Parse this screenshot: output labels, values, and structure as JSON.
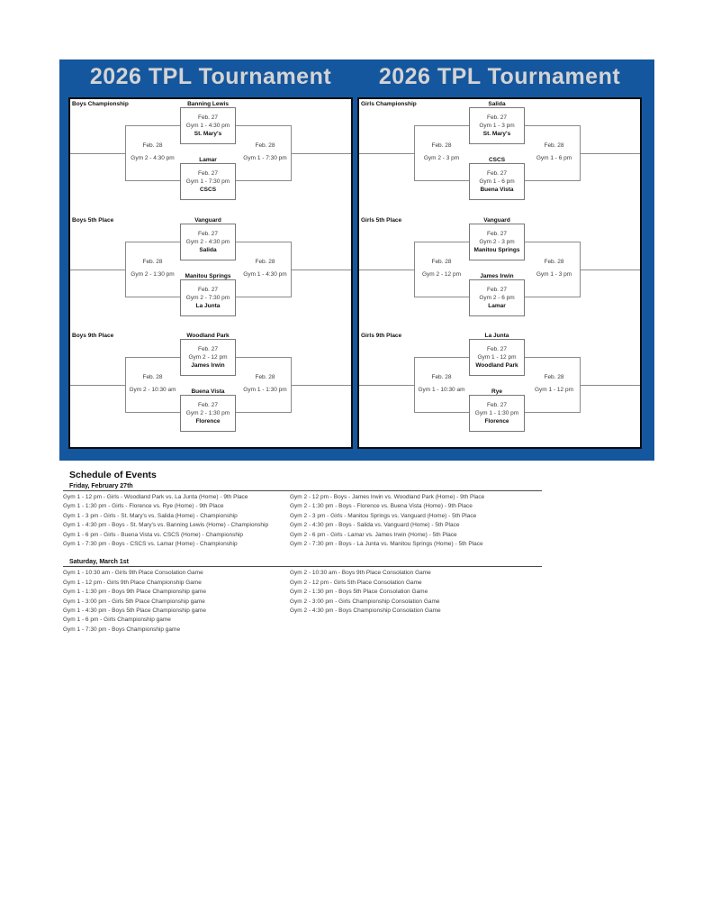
{
  "banner": {
    "background_color": "#15579E",
    "title_color": "#D4D4D4",
    "title_left": "2026 TPL Tournament",
    "title_right": "2026 TPL Tournament"
  },
  "brackets": {
    "boys": {
      "sections": [
        {
          "label": "Boys Championship",
          "game1": {
            "top_team": "Banning Lewis",
            "date": "Feb. 27",
            "gym_time": "Gym 1 - 4:30 pm",
            "bottom_team": "St. Mary's"
          },
          "game2": {
            "top_team": "Lamar",
            "date": "Feb. 27",
            "gym_time": "Gym 1 - 7:30 pm",
            "bottom_team": "CSCS"
          },
          "left_game": {
            "date": "Feb. 28",
            "gym_time": "Gym 2 - 4:30 pm"
          },
          "right_game": {
            "date": "Feb. 28",
            "gym_time": "Gym 1 - 7:30 pm"
          }
        },
        {
          "label": "Boys 5th Place",
          "game1": {
            "top_team": "Vanguard",
            "date": "Feb. 27",
            "gym_time": "Gym 2 - 4:30 pm",
            "bottom_team": "Salida"
          },
          "game2": {
            "top_team": "Manitou Springs",
            "date": "Feb. 27",
            "gym_time": "Gym 2 - 7:30 pm",
            "bottom_team": "La Junta"
          },
          "left_game": {
            "date": "Feb. 28",
            "gym_time": "Gym 2 - 1:30 pm"
          },
          "right_game": {
            "date": "Feb. 28",
            "gym_time": "Gym 1 - 4:30 pm"
          }
        },
        {
          "label": "Boys 9th Place",
          "game1": {
            "top_team": "Woodland Park",
            "date": "Feb. 27",
            "gym_time": "Gym 2 - 12 pm",
            "bottom_team": "James Irwin"
          },
          "game2": {
            "top_team": "Buena Vista",
            "date": "Feb. 27",
            "gym_time": "Gym 2 - 1:30 pm",
            "bottom_team": "Florence"
          },
          "left_game": {
            "date": "Feb. 28",
            "gym_time": "Gym 2 - 10:30 am"
          },
          "right_game": {
            "date": "Feb. 28",
            "gym_time": "Gym 1 - 1:30 pm"
          }
        }
      ]
    },
    "girls": {
      "sections": [
        {
          "label": "Girls Championship",
          "game1": {
            "top_team": "Salida",
            "date": "Feb. 27",
            "gym_time": "Gym 1 - 3 pm",
            "bottom_team": "St. Mary's"
          },
          "game2": {
            "top_team": "CSCS",
            "date": "Feb. 27",
            "gym_time": "Gym 1 - 6 pm",
            "bottom_team": "Buena Vista"
          },
          "left_game": {
            "date": "Feb. 28",
            "gym_time": "Gym 2 - 3 pm"
          },
          "right_game": {
            "date": "Feb. 28",
            "gym_time": "Gym 1 - 6 pm"
          }
        },
        {
          "label": "Girls 5th Place",
          "game1": {
            "top_team": "Vanguard",
            "date": "Feb. 27",
            "gym_time": "Gym 2 - 3 pm",
            "bottom_team": "Manitou Springs"
          },
          "game2": {
            "top_team": "James Irwin",
            "date": "Feb. 27",
            "gym_time": "Gym 2 - 6 pm",
            "bottom_team": "Lamar"
          },
          "left_game": {
            "date": "Feb. 28",
            "gym_time": "Gym 2 - 12 pm"
          },
          "right_game": {
            "date": "Feb. 28",
            "gym_time": "Gym 1 - 3 pm"
          }
        },
        {
          "label": "Girls 9th Place",
          "game1": {
            "top_team": "La Junta",
            "date": "Feb. 27",
            "gym_time": "Gym 1 - 12 pm",
            "bottom_team": "Woodland Park"
          },
          "game2": {
            "top_team": "Rye",
            "date": "Feb. 27",
            "gym_time": "Gym 1 - 1:30 pm",
            "bottom_team": "Florence"
          },
          "left_game": {
            "date": "Feb. 28",
            "gym_time": "Gym 1 - 10:30 am"
          },
          "right_game": {
            "date": "Feb. 28",
            "gym_time": "Gym 1 - 12 pm"
          }
        }
      ]
    }
  },
  "schedule": {
    "heading": "Schedule of Events",
    "days": [
      {
        "label": "Friday, February 27th",
        "left": [
          "Gym 1 - 12 pm - Girls - Woodland Park vs. La Junta (Home) - 9th Place",
          "Gym 1 - 1:30 pm - Girls - Florence vs. Rye (Home) - 9th Place",
          "Gym 1 - 3 pm - Girls - St. Mary's vs. Salida (Home) - Championship",
          "Gym 1 - 4:30 pm - Boys - St. Mary's vs. Banning Lewis (Home) - Championship",
          "Gym 1 - 6 pm - Girls - Buena Vista vs. CSCS (Home) - Championship",
          "Gym 1 - 7:30 pm - Boys - CSCS vs. Lamar (Home) - Championship"
        ],
        "right": [
          "Gym 2 - 12 pm - Boys - James Irwin vs. Woodland Park (Home) - 9th Place",
          "Gym 2 - 1:30 pm - Boys - Florence vs. Buena Vista (Home) - 9th Place",
          "Gym 2 - 3 pm - Girls - Manitou Springs vs. Vanguard (Home) - 5th Place",
          "Gym 2 - 4:30 pm - Boys - Salida vs. Vanguard (Home) - 5th Place",
          "Gym 2 - 6 pm - Girls - Lamar vs. James Irwin (Home) - 5th Place",
          "Gym 2 - 7:30 pm - Boys - La Junta vs. Manitou Springs (Home) - 5th Place"
        ]
      },
      {
        "label": "Saturday, March 1st",
        "left": [
          "Gym 1 - 10:30 am - Girls 9th Place Consolation Game",
          "Gym 1 - 12 pm - Girls 9th Place Championship Game",
          "Gym 1 - 1:30 pm - Boys 9th Place Championship game",
          "Gym 1 - 3:00 pm - Girls 5th Place Championship game",
          "Gym 1 - 4:30 pm - Boys 5th Place Championship game",
          "Gym 1 - 6 pm - Girls Championship game",
          "Gym 1 - 7:30 pm - Boys Championship game"
        ],
        "right": [
          "Gym 2 - 10:30 am - Boys 9th Place Consolation Game",
          "Gym 2 - 12 pm - Girls 5th Place Consolation Game",
          "Gym 2 - 1:30 pm - Boys 5th Place Consolation Game",
          "Gym 2 - 3:00 pm - Girls Championship Consolation Game",
          "Gym 2 - 4:30 pm - Boys Championship Consolation Game"
        ]
      }
    ]
  }
}
